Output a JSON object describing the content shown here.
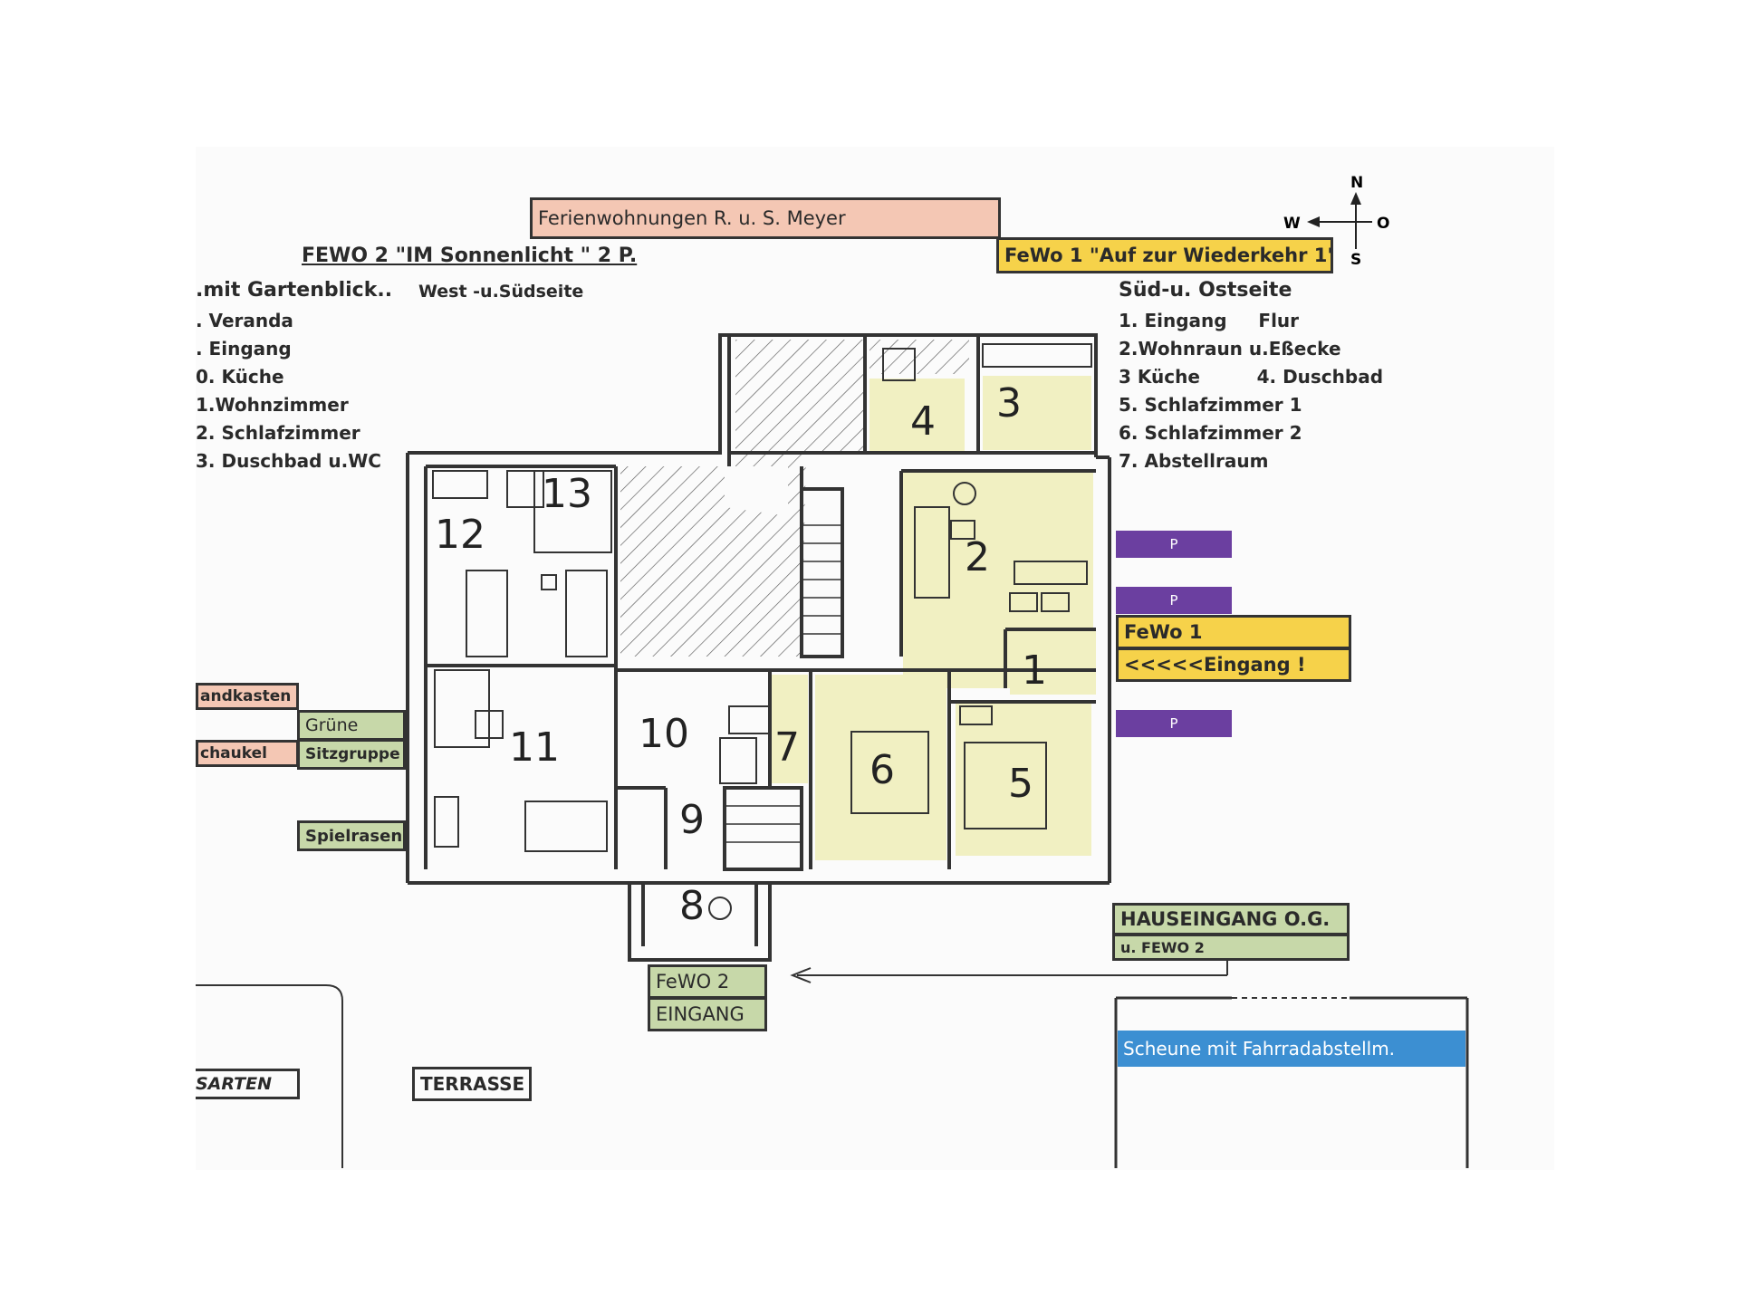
{
  "header": {
    "owner_title": "Ferienwohnungen R. u. S. Meyer",
    "fewo2_title": "FEWO 2 \"IM Sonnenlicht \" 2 P.",
    "fewo1_title": "FeWo 1 \"Auf zur Wiederkehr 1\""
  },
  "compass": {
    "n": "N",
    "w": "W",
    "o": "O",
    "s": "S"
  },
  "left_legend": {
    "heading": ".mit Gartenblick..",
    "side": "West -u.Südseite",
    "items": [
      ". Veranda",
      ". Eingang",
      "0. Küche",
      "1.Wohnzimmer",
      "2. Schlafzimmer",
      "3. Duschbad u.WC"
    ]
  },
  "right_legend": {
    "heading": "Süd-u. Ostseite",
    "items": [
      "1. Eingang     Flur",
      "2.Wohnraun u.Eßecke",
      "3 Küche         4. Duschbad",
      "5. Schlafzimmer 1",
      "6. Schlafzimmer 2",
      "7. Abstellraum"
    ]
  },
  "rooms": [
    "1",
    "2",
    "3",
    "4",
    "5",
    "6",
    "7",
    "8",
    "9",
    "10",
    "11",
    "12",
    "13"
  ],
  "parking": [
    "P",
    "P",
    "P"
  ],
  "fewo1_entrance": {
    "line1": "FeWo 1",
    "line2": "<<<<<Eingang !"
  },
  "garden": {
    "sandkasten": "andkasten",
    "schaukel": "chaukel",
    "gruene": "Grüne",
    "sitzgruppe": "Sitzgruppe",
    "spielrasen": "Spielrasen",
    "garten": "SARTEN",
    "terrasse": "TERRASSE"
  },
  "hauseingang": {
    "line1": "HAUSEINGANG O.G.",
    "line2": "u. FEWO 2"
  },
  "fewo2_entrance": {
    "line1": "FeWO 2",
    "line2": "EINGANG"
  },
  "scheune": "Scheune mit Fahrradabstellm.",
  "colors": {
    "room_highlight": "#f1f0c2",
    "green": "#c7d8a9",
    "salmon": "#f4c7b4",
    "yellow": "#f6d24a",
    "purple": "#6b3fa0",
    "blue": "#3c8fd2"
  }
}
